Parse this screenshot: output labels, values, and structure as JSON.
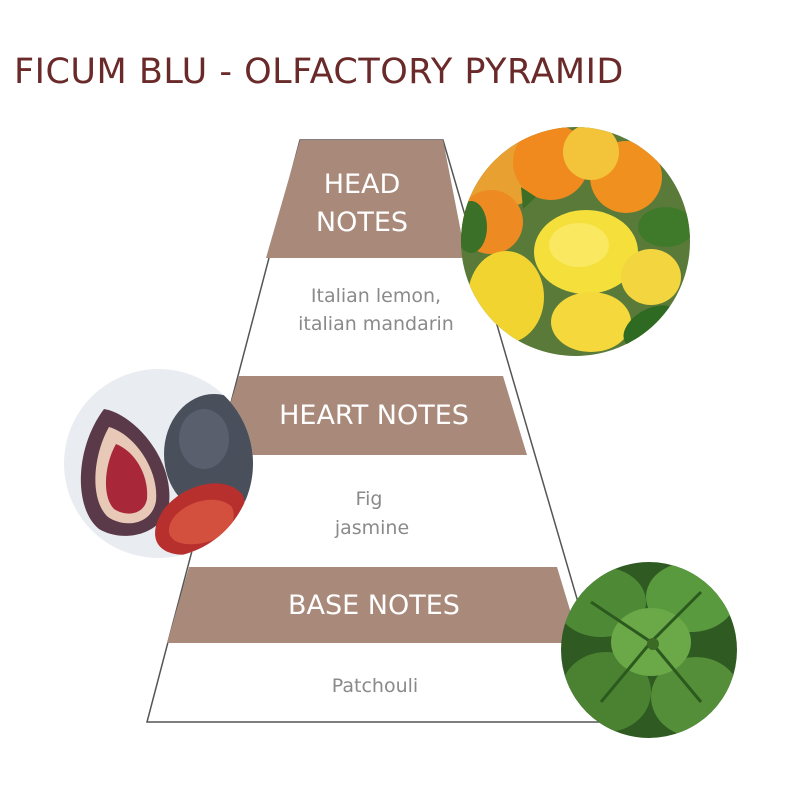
{
  "title": "FICUM BLU - OLFACTORY PYRAMID",
  "colors": {
    "title": "#6b2a2a",
    "band": "#a8897a",
    "notes_text": "#8a8a8a",
    "outline": "#555555"
  },
  "tiers": [
    {
      "label_lines": [
        "HEAD",
        "NOTES"
      ],
      "notes_lines": [
        "Italian lemon,",
        "italian mandarin"
      ],
      "image": "citrus-fruits"
    },
    {
      "label_lines": [
        "HEART NOTES"
      ],
      "notes_lines": [
        "Fig",
        "jasmine"
      ],
      "image": "figs"
    },
    {
      "label_lines": [
        "BASE NOTES"
      ],
      "notes_lines": [
        "Patchouli"
      ],
      "image": "patchouli-leaves"
    }
  ]
}
